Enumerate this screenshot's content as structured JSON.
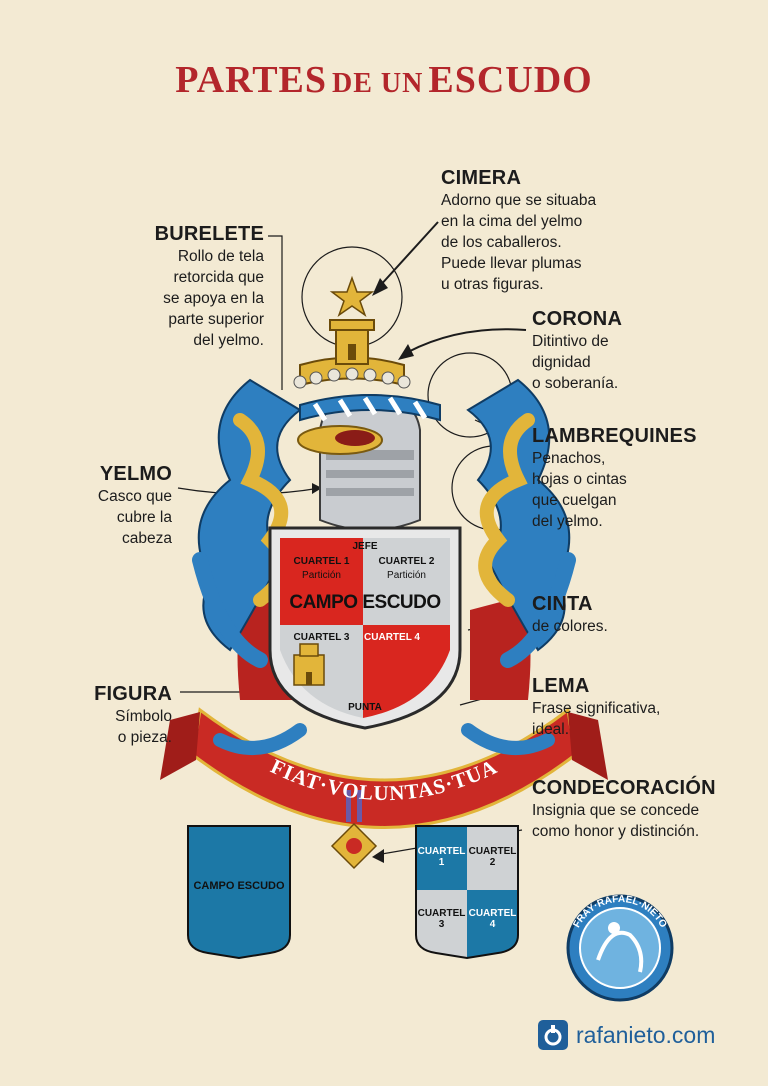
{
  "title": {
    "part1": "PARTES",
    "part2": "DE UN",
    "part3": "ESCUDO"
  },
  "labels": {
    "cimera": {
      "heading": "CIMERA",
      "desc": [
        "Adorno que se situaba",
        "en la cima del yelmo",
        "de los caballeros.",
        "Puede llevar plumas",
        "u otras figuras."
      ]
    },
    "burelete": {
      "heading": "BURELETE",
      "desc": [
        "Rollo de tela",
        "retorcida que",
        "se apoya en la",
        "parte superior",
        "del yelmo."
      ]
    },
    "corona": {
      "heading": "CORONA",
      "desc": [
        "Ditintivo de",
        "dignidad",
        "o soberanía."
      ]
    },
    "lambrequines": {
      "heading": "LAMBREQUINES",
      "desc": [
        "Penachos,",
        "hojas o cintas",
        "que cuelgan",
        "del yelmo."
      ]
    },
    "yelmo": {
      "heading": "YELMO",
      "desc": [
        "Casco que",
        "cubre la",
        "cabeza"
      ]
    },
    "cinta": {
      "heading": "CINTA",
      "desc": [
        "de colores."
      ]
    },
    "lema": {
      "heading": "LEMA",
      "desc": [
        "Frase significativa,",
        "ideal."
      ]
    },
    "figura": {
      "heading": "FIGURA",
      "desc": [
        "Símbolo",
        "o pieza."
      ]
    },
    "condecoracion": {
      "heading": "CONDECORACIÓN",
      "desc": [
        "Insignia que se concede",
        "como honor y distinción."
      ]
    }
  },
  "shield": {
    "jefe": "JEFE",
    "cuartel1": "CUARTEL 1",
    "particion1": "Partición",
    "cuartel2": "CUARTEL 2",
    "particion2": "Partición",
    "campo": "CAMPO ESCUDO",
    "cuartel3": "CUARTEL 3",
    "cuartel4": "CUARTEL 4",
    "punta": "PUNTA"
  },
  "motto": "FIAT·VOLUNTAS·TUA",
  "small_shield_1": {
    "label": "CAMPO ESCUDO"
  },
  "small_shield_2": {
    "q1a": "CUARTEL",
    "q1b": "1",
    "q2a": "CUARTEL",
    "q2b": "2",
    "q3a": "CUARTEL",
    "q3b": "3",
    "q4a": "CUARTEL",
    "q4b": "4"
  },
  "seal": {
    "text_top": "FRAY·RAFAEL·NIETO"
  },
  "brand": {
    "text": "rafanieto.com"
  },
  "colors": {
    "title": "#b3262b",
    "red": "#d9261f",
    "grey": "#cfd2d4",
    "gold": "#e2b53a",
    "blue": "#2e7fc0",
    "teal": "#1c78a6",
    "background": "#f3ead3"
  }
}
